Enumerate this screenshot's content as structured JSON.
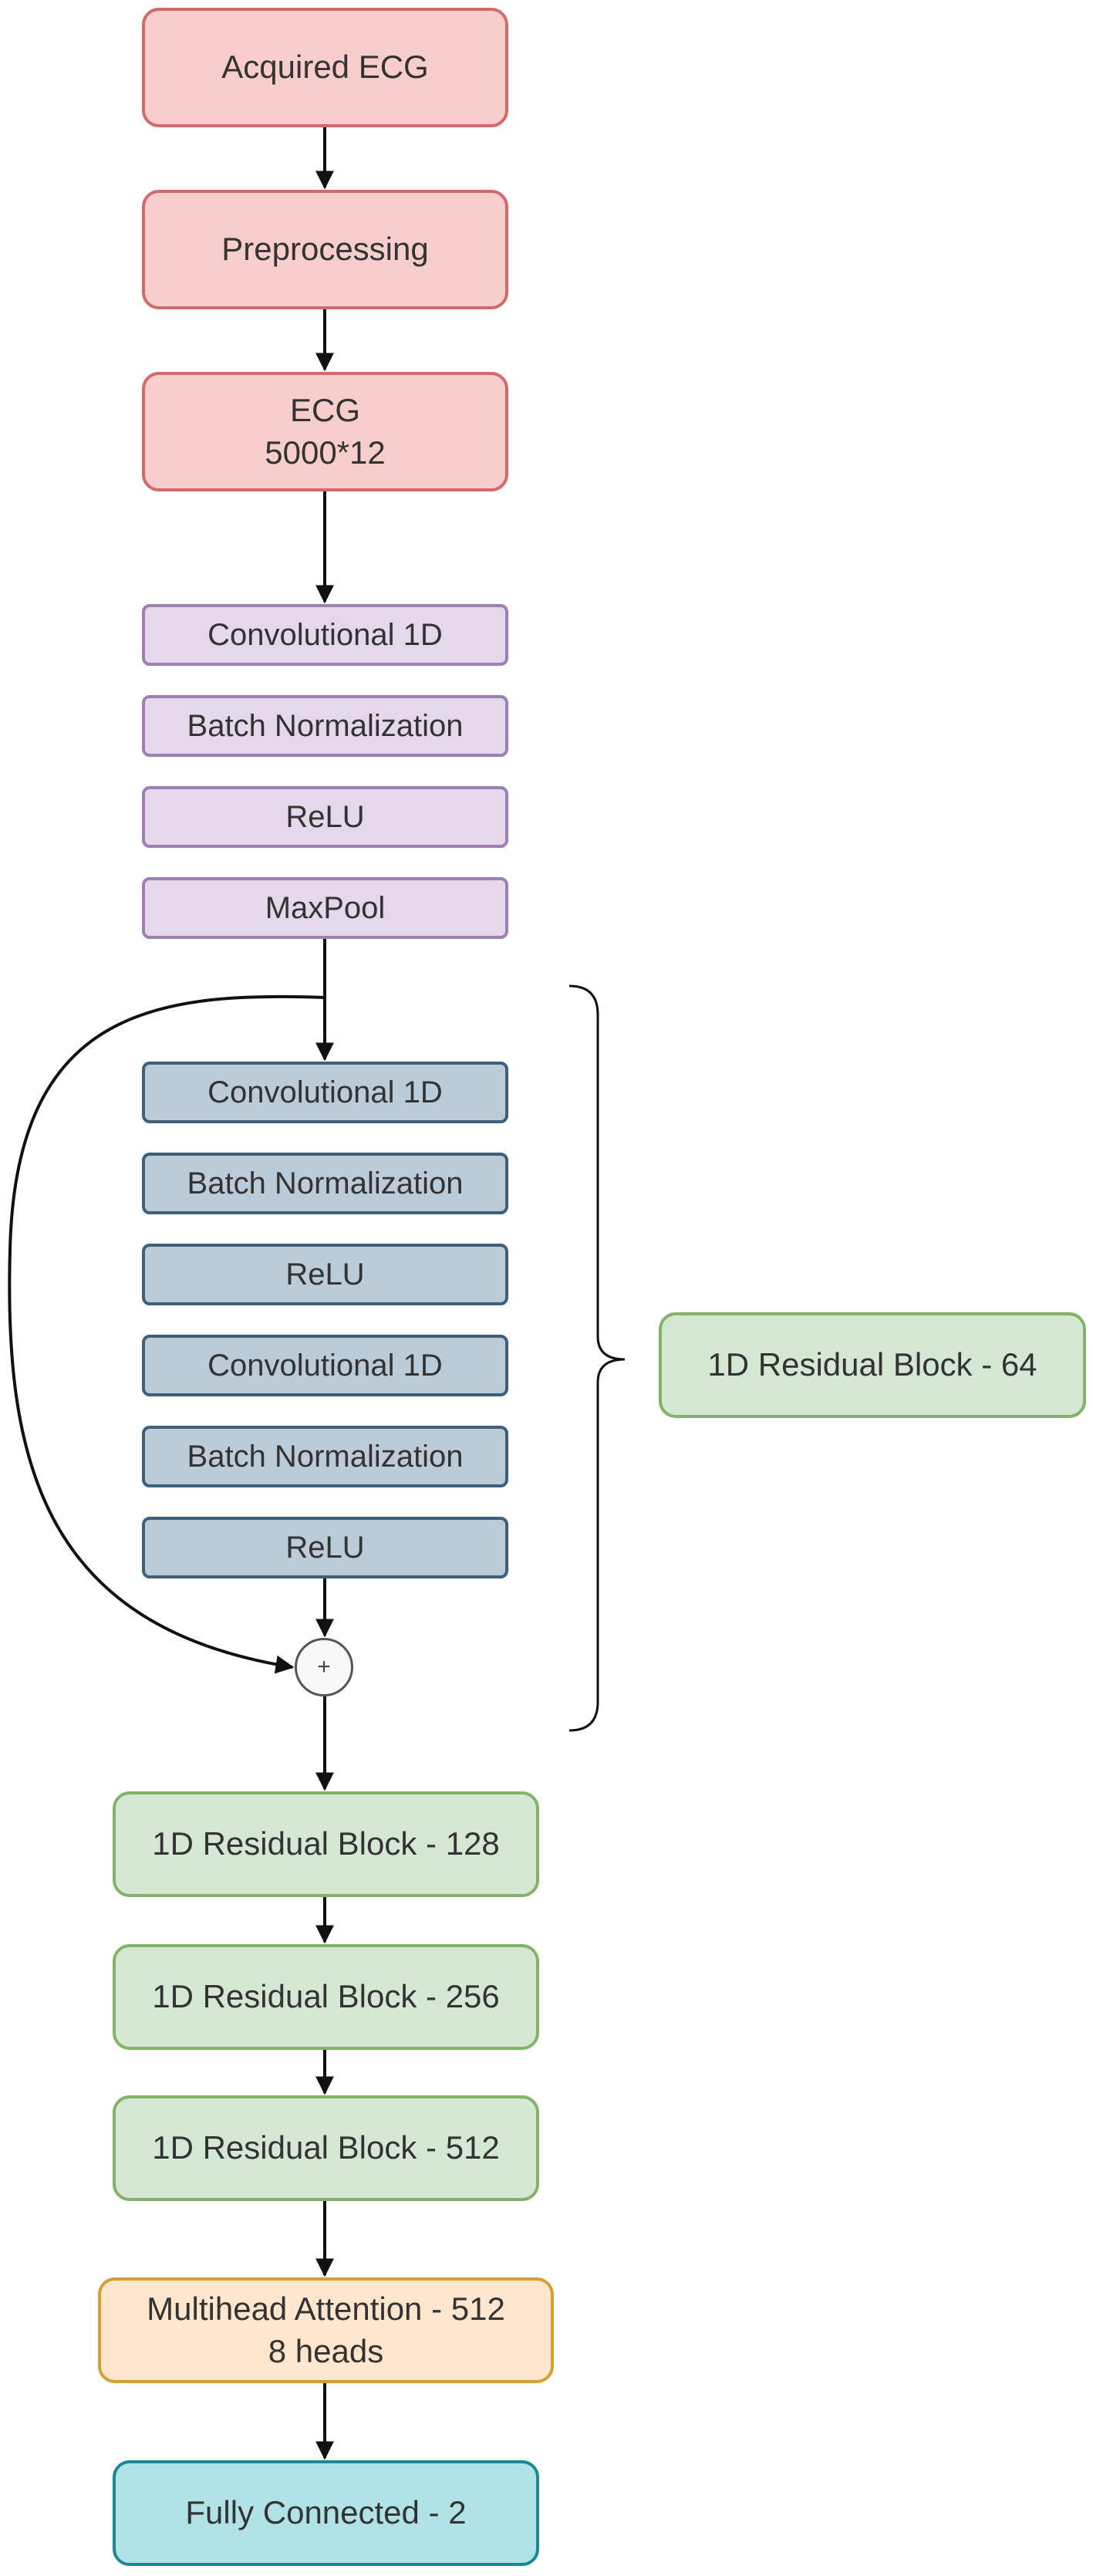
{
  "nodes": {
    "acquired": "Acquired ECG",
    "preprocessing": "Preprocessing",
    "ecg": "ECG\n5000*12",
    "stem": {
      "conv": "Convolutional 1D",
      "bn": "Batch Normalization",
      "relu": "ReLU",
      "pool": "MaxPool"
    },
    "block": {
      "conv1": "Convolutional 1D",
      "bn1": "Batch Normalization",
      "relu1": "ReLU",
      "conv2": "Convolutional 1D",
      "bn2": "Batch Normalization",
      "relu2": "ReLU",
      "plus": "+"
    },
    "res64": "1D Residual Block - 64",
    "res128": "1D Residual Block - 128",
    "res256": "1D Residual Block - 256",
    "res512": "1D Residual Block - 512",
    "mha": "Multihead Attention - 512\n8 heads",
    "fc": "Fully Connected - 2"
  },
  "colors": {
    "input_fill": "#f8cecc",
    "input_stroke": "#d06b6b",
    "stem_fill": "#e4d8ea",
    "stem_stroke": "#9e7fb4",
    "block_fill": "#bccbd8",
    "block_stroke": "#3f5f7a",
    "res_fill": "#d5e8d4",
    "res_stroke": "#82b366",
    "attn_fill": "#ffe6cc",
    "attn_stroke": "#d6a030",
    "fc_fill": "#b0e3e6",
    "fc_stroke": "#1a8a92",
    "connector": "#111111"
  }
}
